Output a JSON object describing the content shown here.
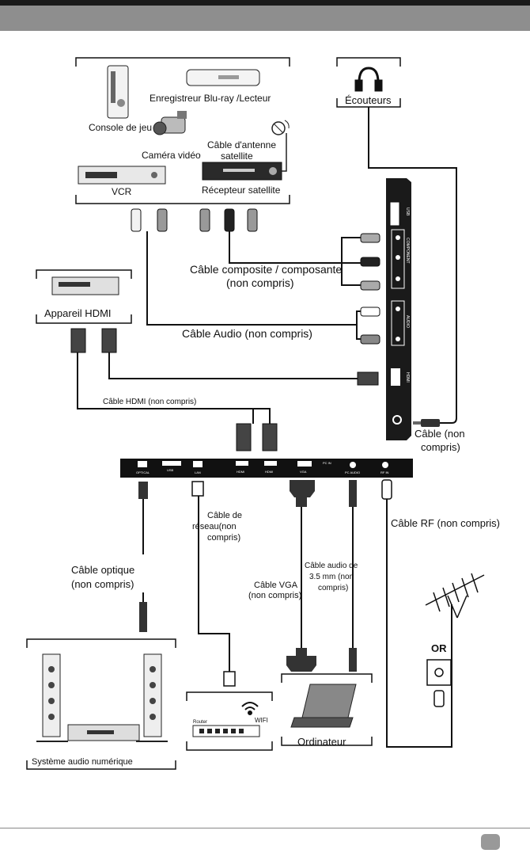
{
  "devices": {
    "game_console": "Console de jeu",
    "bluray": "Enregistreur Blu-ray /Lecteur",
    "video_camera": "Caméra vidéo",
    "antenna_cable_line1": "Câble d'antenne",
    "antenna_cable_line2": "satellite",
    "vcr": "VCR",
    "satellite_receiver": "Récepteur satellite",
    "headphones": "Écouteurs",
    "hdmi_device": "Appareil HDMI",
    "digital_audio_system": "Système audio numérique",
    "computer": "Ordinateur",
    "router": "Router",
    "wifi": "WIFI",
    "or": "OR"
  },
  "cables": {
    "composite_line1": "Câble composite / composante",
    "composite_line2": "(non compris)",
    "audio": "Câble Audio (non compris)",
    "hdmi": "Câble HDMI (non compris)",
    "headphone_line1": "Câble (non",
    "headphone_line2": "compris)",
    "network_line1": "Câble de",
    "network_line2": "réseau(non",
    "network_line3": "compris)",
    "rf": "Câble RF (non compris)",
    "optical_line1": "Câble optique",
    "optical_line2": "(non compris)",
    "vga_line1": "Câble VGA",
    "vga_line2": "(non compris)",
    "audio35_line1": "Câble audio de",
    "audio35_line2": "3.5 mm (non",
    "audio35_line3": "compris)"
  },
  "ports": {
    "optical": "OPTICAL",
    "usb": "USB",
    "lan": "LAN",
    "hdmi1": "HDMI",
    "hdmi2": "HDMI",
    "vga": "VGA",
    "pc_in": "PC IN",
    "pc_audio": "PC AUDIO",
    "rf_in": "RF IN",
    "side_usb": "USB",
    "side_component": "COMPONENT",
    "side_audio": "AUDIO",
    "side_hdmi": "HDMI"
  }
}
